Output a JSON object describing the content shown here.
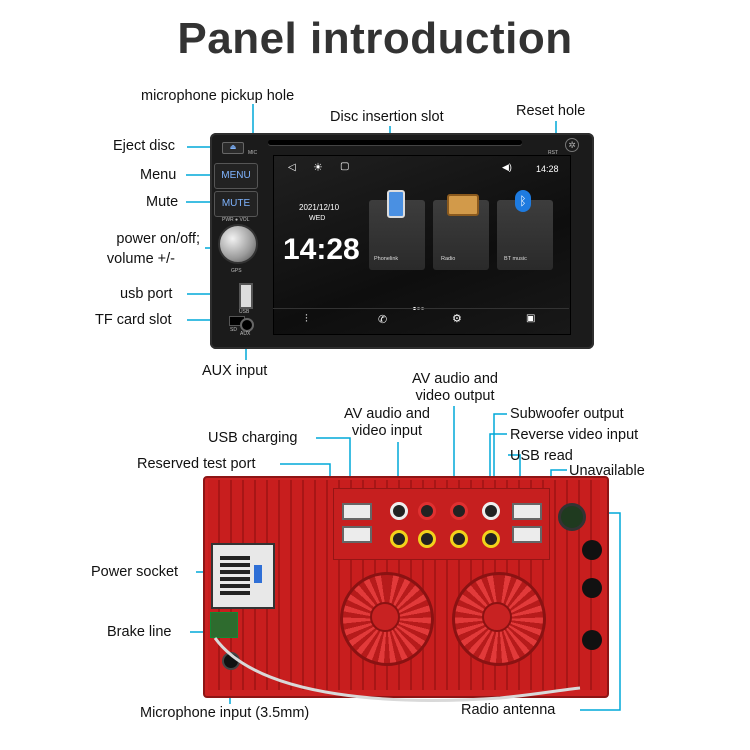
{
  "title": "Panel introduction",
  "front_labels": {
    "microphone": "microphone pickup hole",
    "disc_slot": "Disc insertion slot",
    "reset": "Reset hole",
    "eject": "Eject disc",
    "menu": "Menu",
    "mute": "Mute",
    "power_line1": "power on/off;",
    "power_line2": "volume +/-",
    "usb": "usb port",
    "tf": "TF card slot",
    "aux": "AUX input"
  },
  "rear_labels": {
    "av_out_line1": "AV audio and",
    "av_out_line2": "video output",
    "av_in_line1": "AV audio and",
    "av_in_line2": "video input",
    "usb_charging": "USB charging",
    "reserved": "Reserved test port",
    "subwoofer": "Subwoofer output",
    "reverse": "Reverse video input",
    "usb_read": "USB read",
    "unavailable": "Unavailable",
    "power_socket": "Power socket",
    "brake": "Brake line",
    "mic_input": "Microphone input (3.5mm)",
    "radio": "Radio antenna"
  },
  "device": {
    "btn_menu": "MENU",
    "btn_mute": "MUTE",
    "mic_mark": "MIC",
    "rst_mark": "RST",
    "pwr_vol": "PWR ● VOL",
    "gps": "GPS",
    "usb": "USB",
    "sd": "SD",
    "aux": "AUX"
  },
  "screen": {
    "date": "2021/12/10",
    "weekday": "WED",
    "clock": "14:28",
    "status_time": "14:28",
    "apps": [
      "Phonelink",
      "Radio",
      "BT music"
    ]
  },
  "colors": {
    "callout": "#00a8d8",
    "rear_red": "#cc2222",
    "screen_blue": "#7fb4ff"
  }
}
